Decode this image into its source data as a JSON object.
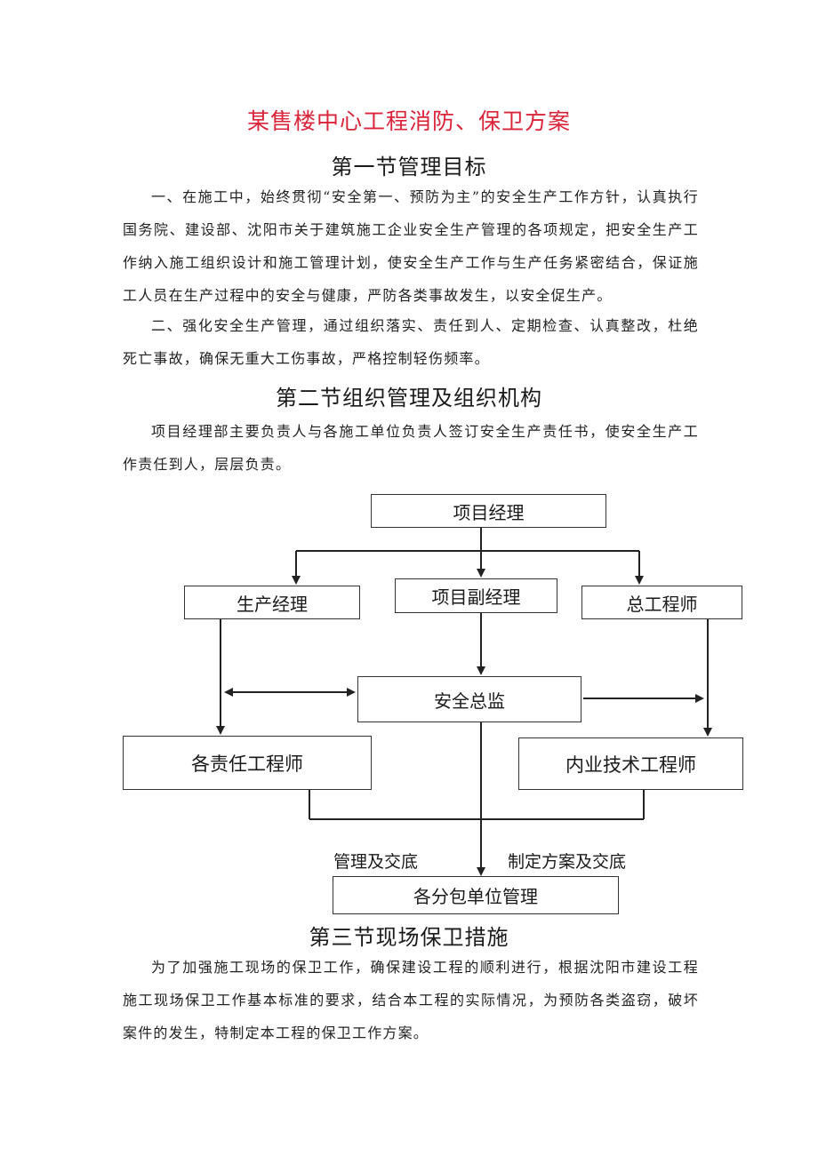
{
  "doc": {
    "title": "某售楼中心工程消防、保卫方案",
    "section1": {
      "heading": "第一节管理目标",
      "p1": "一、在施工中，始终贯彻“安全第一、预防为主”的安全生产工作方针，认真执行国务院、建设部、沈阳市关于建筑施工企业安全生产管理的各项规定，把安全生产工作纳入施工组织设计和施工管理计划，使安全生产工作与生产任务紧密结合，保证施工人员在生产过程中的安全与健康，严防各类事故发生，以安全促生产。",
      "p2": "二、强化安全生产管理，通过组织落实、责任到人、定期检查、认真整改，杜绝死亡事故，确保无重大工伤事故，严格控制轻伤频率。"
    },
    "section2": {
      "heading": "第二节组织管理及组织机构",
      "p1": "项目经理部主要负责人与各施工单位负责人签订安全生产责任书，使安全生产工作责任到人，层层负责。"
    },
    "chart": {
      "project_manager": "项目经理",
      "production_manager": "生产经理",
      "deputy_manager": "项目副经理",
      "chief_engineer": "总工程师",
      "safety_director": "安全总监",
      "responsible_engineers": "各责任工程师",
      "technical_engineer": "内业技术工程师",
      "subcontractors": "各分包单位管理",
      "label_left": "管理及交底",
      "label_right": "制定方案及交底"
    },
    "section3": {
      "heading": "第三节现场保卫措施",
      "p1": "为了加强施工现场的保卫工作，确保建设工程的顺利进行，根据沈阳市建设工程施工现场保卫工作基本标准的要求，结合本工程的实际情况，为预防各类盗窃，破坏案件的发生，特制定本工程的保卫工作方案。"
    }
  }
}
